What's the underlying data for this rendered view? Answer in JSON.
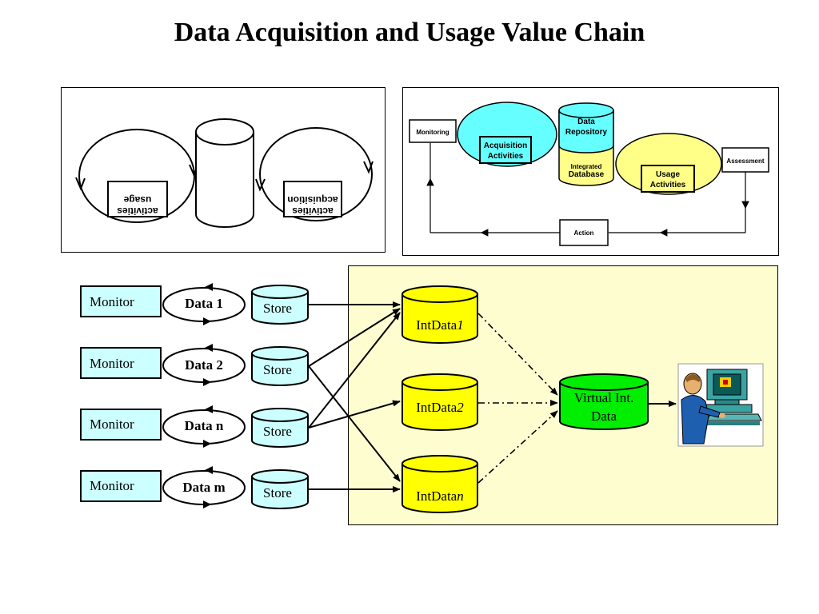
{
  "title": "Data Acquisition and Usage Value Chain",
  "colors": {
    "cyan_fill": "#66ffff",
    "light_cyan_fill": "#ccffff",
    "yellow_fill": "#ffff00",
    "light_yellow_fill": "#ffff88",
    "green_fill": "#00ee00",
    "panel_bg": "#fdfdd0"
  },
  "left_panel": {
    "usage_label": [
      "usage",
      "activities"
    ],
    "acquisition_label": [
      "acquisition",
      "activities"
    ]
  },
  "right_panel": {
    "monitoring": "Monitoring",
    "acquisition": [
      "Acquisition",
      "Activities"
    ],
    "data_repository": [
      "Data",
      "Repository"
    ],
    "integrated_database": [
      "Integrated",
      "Database"
    ],
    "usage": [
      "Usage",
      "Activities"
    ],
    "assessment": "Assessment",
    "action": "Action"
  },
  "bottom": {
    "rows": [
      {
        "monitor": "Monitor",
        "data": "Data 1",
        "store": "Store"
      },
      {
        "monitor": "Monitor",
        "data": "Data 2",
        "store": "Store"
      },
      {
        "monitor": "Monitor",
        "data": "Data n",
        "store": "Store"
      },
      {
        "monitor": "Monitor",
        "data": "Data m",
        "store": "Store"
      }
    ],
    "intdata": [
      {
        "base": "IntData",
        "suffix": "1"
      },
      {
        "base": "IntData",
        "suffix": "2"
      },
      {
        "base": "IntData",
        "suffix": "n"
      }
    ],
    "virtual": [
      "Virtual Int.",
      "Data"
    ]
  }
}
